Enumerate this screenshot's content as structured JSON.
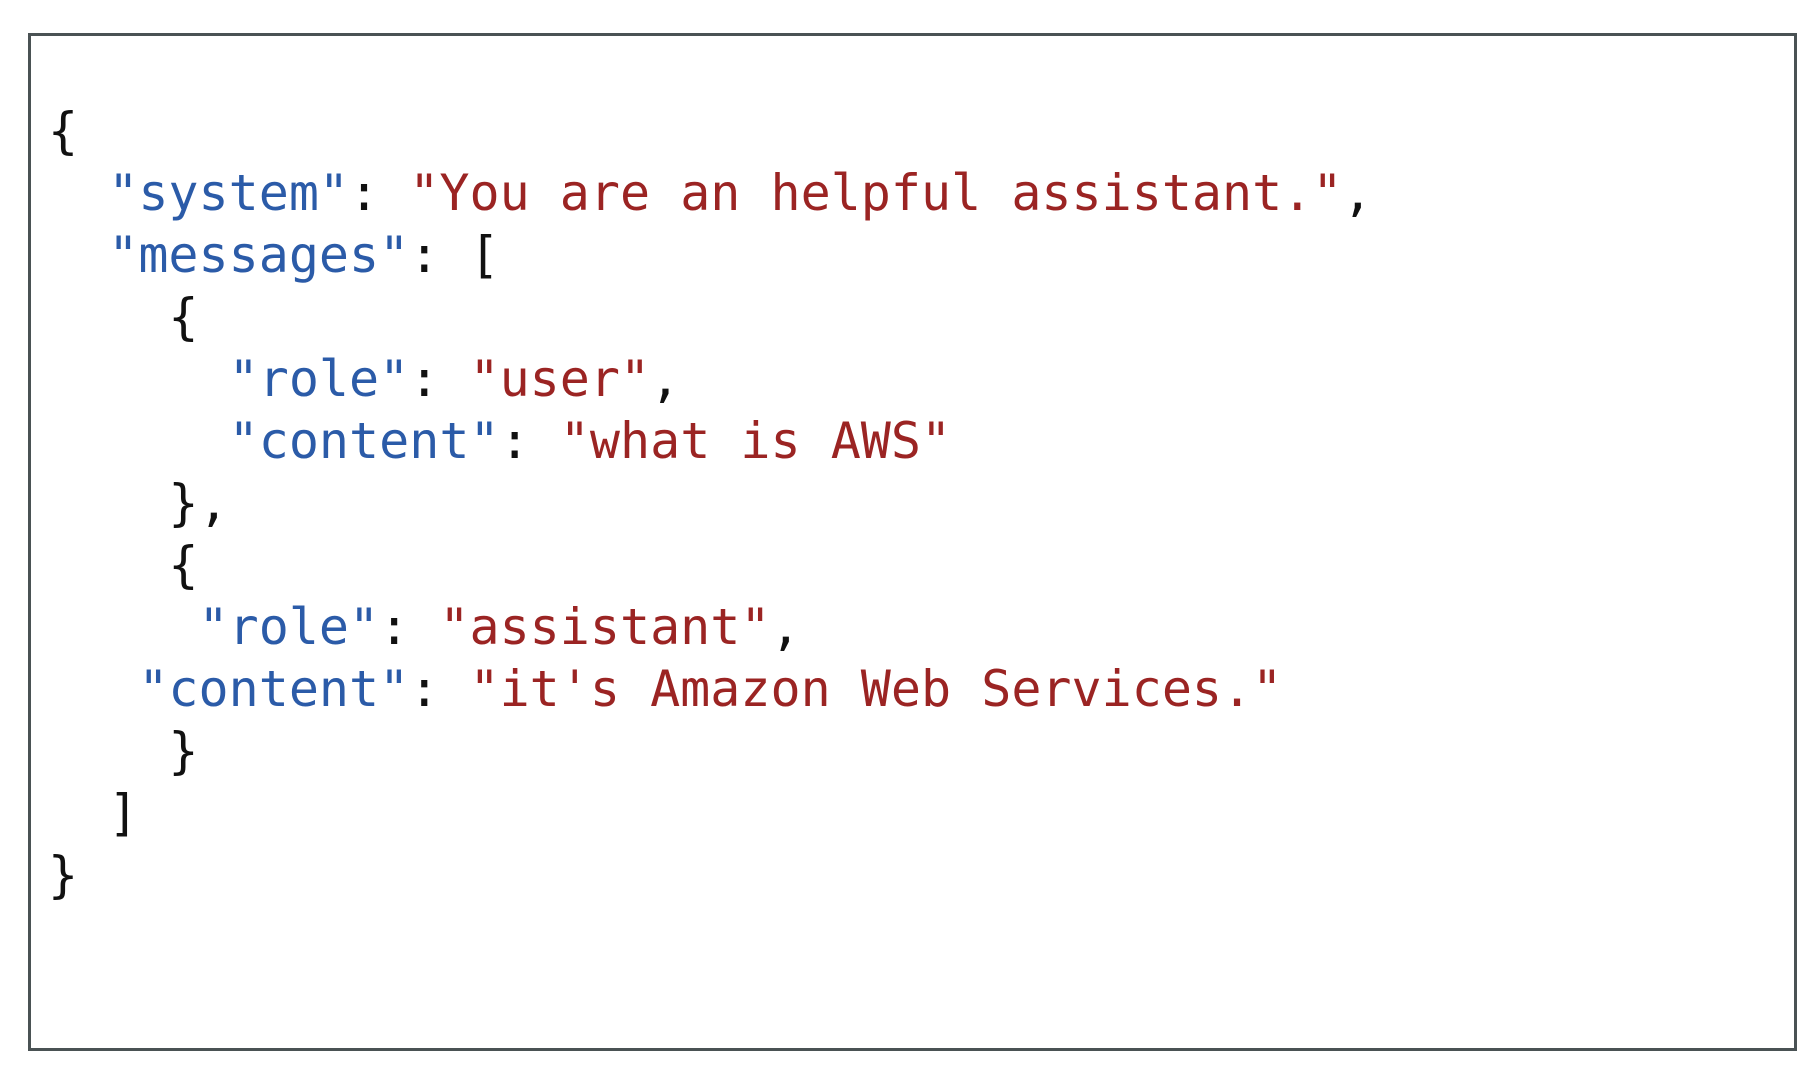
{
  "document": {
    "type": "json-code-snippet",
    "language": "json",
    "colors": {
      "key": "#2B5BA8",
      "string": "#9B2423",
      "punctuation": "#111111",
      "border": "#4a5254",
      "background": "#ffffff"
    }
  },
  "payload": {
    "system": "You are an helpful assistant.",
    "messages": [
      {
        "role": "user",
        "content": "what is AWS"
      },
      {
        "role": "assistant",
        "content": "it's Amazon Web Services."
      }
    ]
  },
  "lines": [
    {
      "indent": "",
      "parts": [
        {
          "t": "{",
          "c": "pn"
        }
      ]
    },
    {
      "indent": "  ",
      "parts": [
        {
          "t": "\"system\"",
          "c": "key"
        },
        {
          "t": ": ",
          "c": "pn"
        },
        {
          "t": "\"You are an helpful assistant.\"",
          "c": "str"
        },
        {
          "t": ",",
          "c": "pn"
        }
      ]
    },
    {
      "indent": "  ",
      "parts": [
        {
          "t": "\"messages\"",
          "c": "key"
        },
        {
          "t": ": [",
          "c": "pn"
        }
      ]
    },
    {
      "indent": "    ",
      "parts": [
        {
          "t": "{",
          "c": "pn"
        }
      ]
    },
    {
      "indent": "      ",
      "parts": [
        {
          "t": "\"role\"",
          "c": "key"
        },
        {
          "t": ": ",
          "c": "pn"
        },
        {
          "t": "\"user\"",
          "c": "str"
        },
        {
          "t": ",",
          "c": "pn"
        }
      ]
    },
    {
      "indent": "      ",
      "parts": [
        {
          "t": "\"content\"",
          "c": "key"
        },
        {
          "t": ": ",
          "c": "pn"
        },
        {
          "t": "\"what is AWS\"",
          "c": "str"
        }
      ]
    },
    {
      "indent": "    ",
      "parts": [
        {
          "t": "},",
          "c": "pn"
        }
      ]
    },
    {
      "indent": "    ",
      "parts": [
        {
          "t": "{",
          "c": "pn"
        }
      ]
    },
    {
      "indent": "     ",
      "parts": [
        {
          "t": "\"role\"",
          "c": "key"
        },
        {
          "t": ": ",
          "c": "pn"
        },
        {
          "t": "\"assistant\"",
          "c": "str"
        },
        {
          "t": ",",
          "c": "pn"
        }
      ]
    },
    {
      "indent": "   ",
      "parts": [
        {
          "t": "\"content\"",
          "c": "key"
        },
        {
          "t": ": ",
          "c": "pn"
        },
        {
          "t": "\"it's Amazon Web Services.\"",
          "c": "str"
        }
      ]
    },
    {
      "indent": "    ",
      "parts": [
        {
          "t": "}",
          "c": "pn"
        }
      ]
    },
    {
      "indent": "  ",
      "parts": [
        {
          "t": "]",
          "c": "pn"
        }
      ]
    },
    {
      "indent": "",
      "parts": [
        {
          "t": "}",
          "c": "pn"
        }
      ]
    }
  ]
}
